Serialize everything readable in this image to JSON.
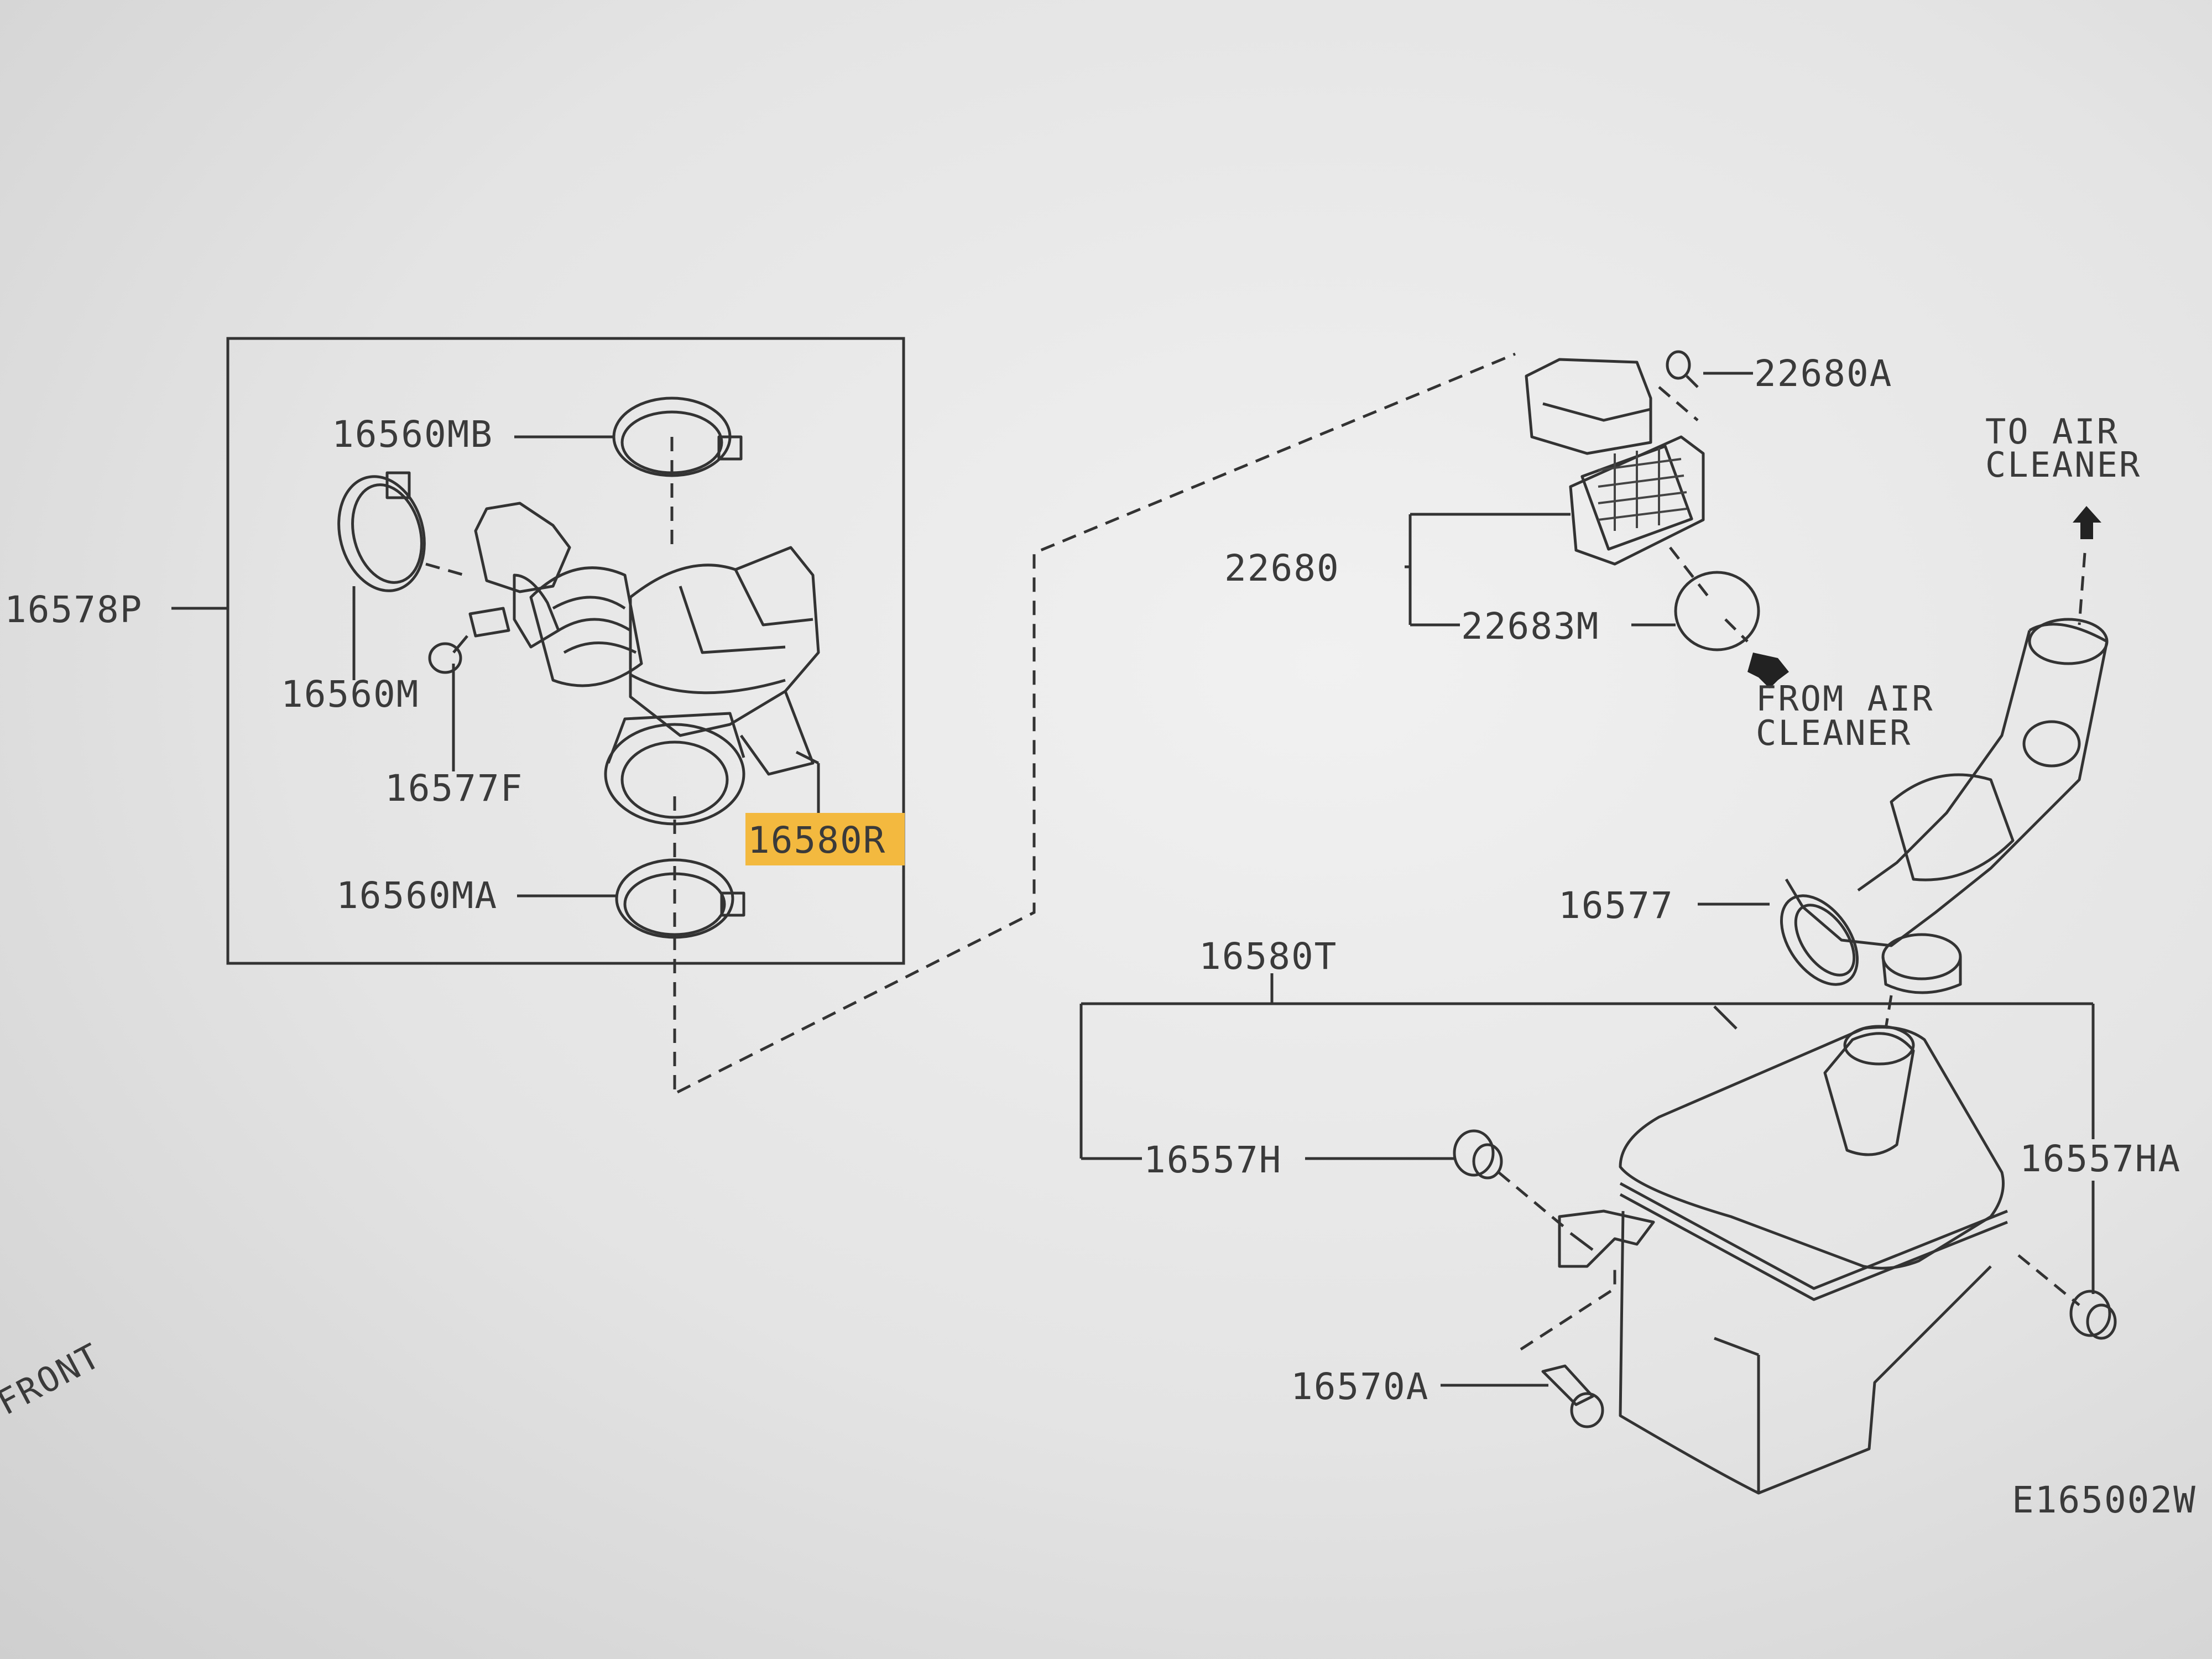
{
  "labels": {
    "p16578P": "16578P",
    "p16560MB": "16560MB",
    "p16560M": "16560M",
    "p16577F": "16577F",
    "p16580R": "16580R",
    "p16560MA": "16560MA",
    "p22680A": "22680A",
    "p22680": "22680",
    "p22683M": "22683M",
    "p16577": "16577",
    "p16580T": "16580T",
    "p16557H": "16557H",
    "p16557HA": "16557HA",
    "p16570A": "16570A"
  },
  "notes": {
    "to_air_1": "TO AIR",
    "to_air_2": "CLEANER",
    "from_air_1": "FROM AIR",
    "from_air_2": "CLEANER",
    "front": "FRONT"
  },
  "diagram_id": "E165002W",
  "highlight_color": "#f3b93f"
}
